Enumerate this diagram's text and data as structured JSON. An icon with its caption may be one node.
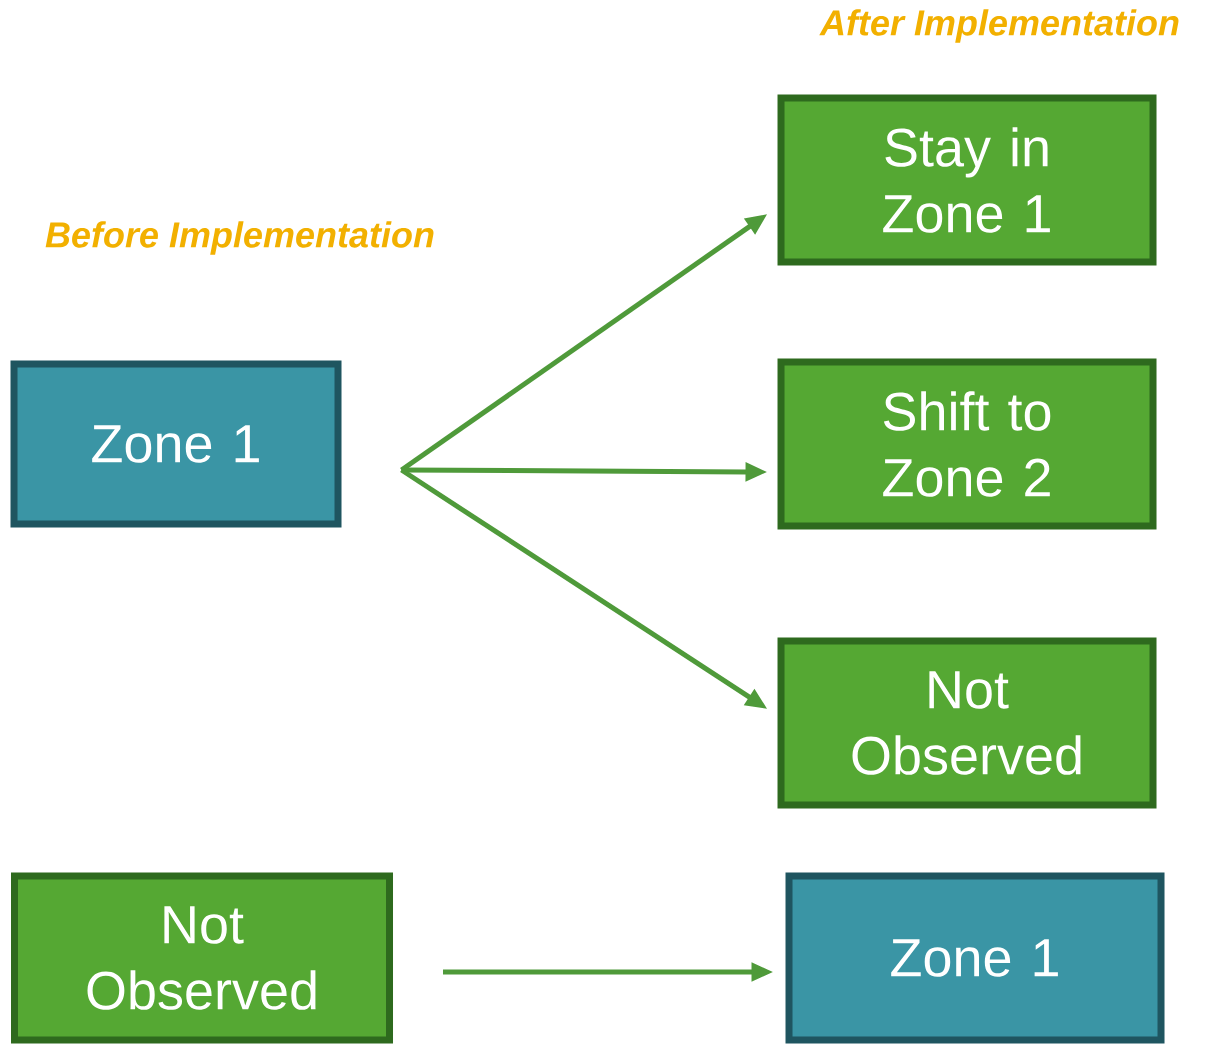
{
  "diagram": {
    "nodes": [
      {
        "text": [
          "Zone 1"
        ]
      },
      {
        "text": [
          "Stay in Zone 1"
        ]
      },
      {
        "text": [
          "Shift to Zone 2"
        ]
      },
      {
        "text": [
          "Not Observed"
        ]
      },
      {
        "text": [
          "Not Observed"
        ]
      },
      {
        "text": [
          "Zone 1"
        ]
      }
    ],
    "edges": [
      {
        "from": 0,
        "to": 1,
        "arrow": "to"
      },
      {
        "from": 0,
        "to": 2,
        "arrow": "to"
      },
      {
        "from": 0,
        "to": 3,
        "arrow": "to"
      },
      {
        "from": 4,
        "to": 5,
        "arrow": "to"
      }
    ],
    "labels": [
      "After Implementation",
      "Before Implementation"
    ]
  }
}
